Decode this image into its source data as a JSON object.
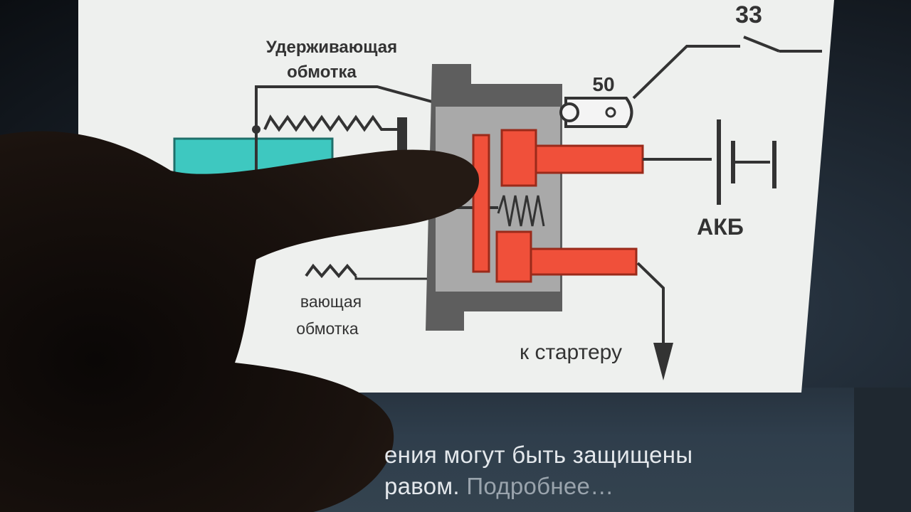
{
  "diagram": {
    "label_hold_winding_1": "Удерживающая",
    "label_hold_winding_2": "обмотка",
    "label_pull_winding_1": "вающая",
    "label_pull_winding_2": "обмотка",
    "terminal_50": "50",
    "terminal_33": "33",
    "battery_label": "АКБ",
    "to_starter_label": "к стартеру",
    "colors": {
      "paper": "#eef0ee",
      "housing_dark": "#5e5e5e",
      "housing_light": "#a9a9a9",
      "contacts": "#f0503a",
      "motor": "#3ec8c0",
      "wire": "#333333"
    }
  },
  "caption": {
    "line1": "ения могут быть защищены",
    "line2_start": "равом.",
    "line2_more": "Подробнее…"
  }
}
